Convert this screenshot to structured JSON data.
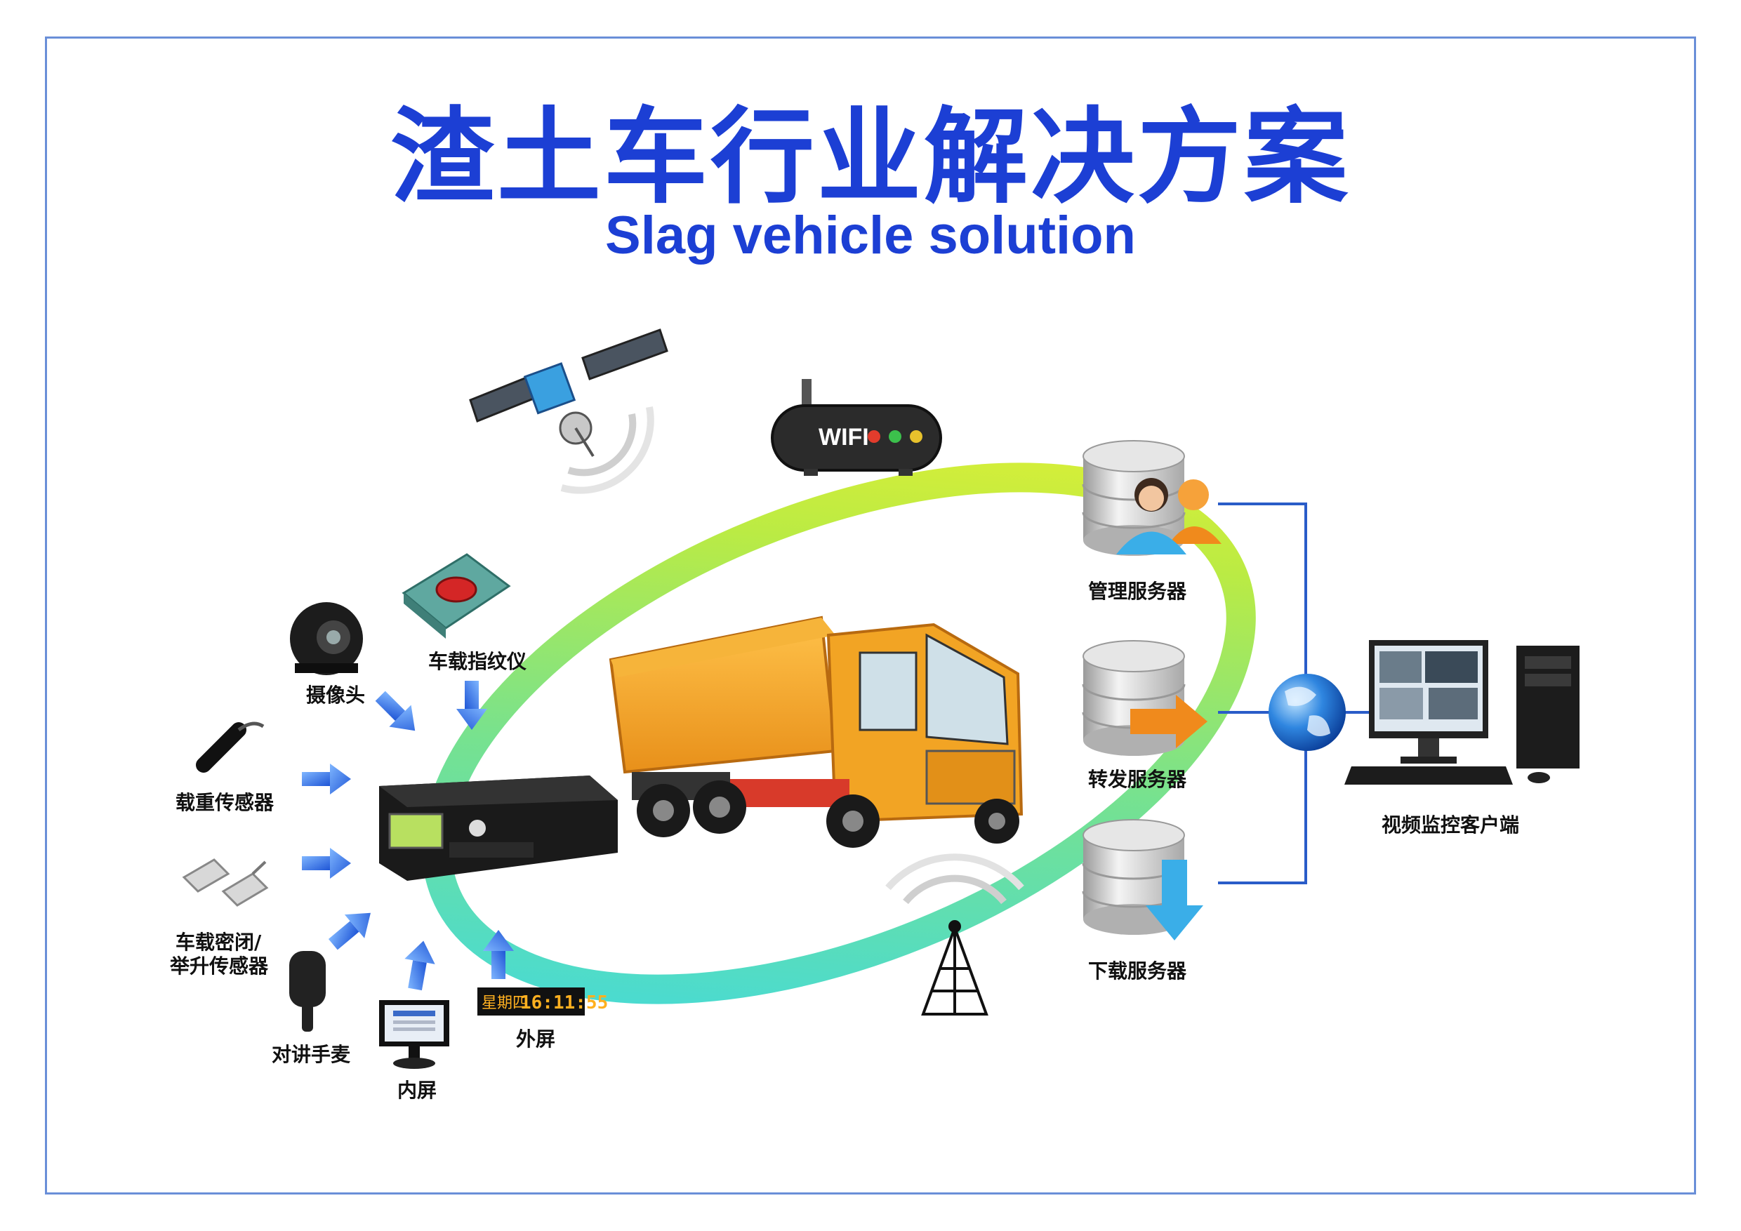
{
  "title": "渣土车行业解决方案",
  "subtitle": "Slag vehicle solution",
  "wifi_label": "WIFI",
  "devices": {
    "camera": "摄像头",
    "fingerprint": "车载指纹仪",
    "load_sensor": "载重传感器",
    "seal_sensor_line1": "车载密闭/",
    "seal_sensor_line2": "举升传感器",
    "intercom": "对讲手麦",
    "inner_screen": "内屏",
    "outer_screen": "外屏"
  },
  "outer_screen_display": {
    "day": "星期四",
    "time": "16:11:55"
  },
  "servers": {
    "management": "管理服务器",
    "forwarding": "转发服务器",
    "download": "下载服务器"
  },
  "client": "视频监控客户端",
  "colors": {
    "title": "#1c3fd4",
    "ring_cyan": "#2fd6e8",
    "ring_green": "#7ee35a",
    "ring_yellow": "#e6ef2a",
    "truck_orange": "#f0a020",
    "arrow_blue": "#2f6fe0",
    "server_arrow_orange": "#f08a1c",
    "connector_blue": "#2a5cc8"
  }
}
